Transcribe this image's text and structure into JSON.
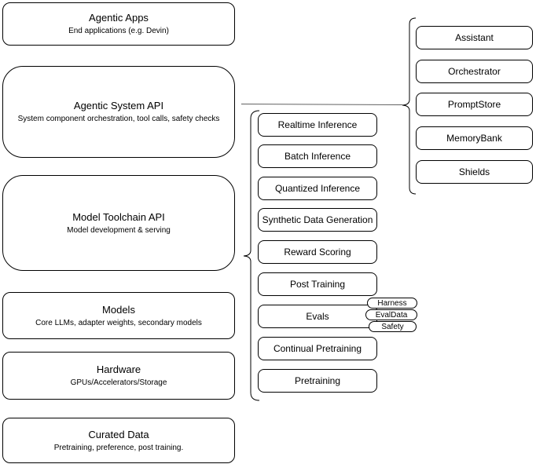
{
  "diagram": {
    "left_stack": [
      {
        "title": "Agentic Apps",
        "subtitle": "End applications (e.g. Devin)"
      },
      {
        "title": "Agentic System API",
        "subtitle": "System component orchestration, tool calls, safety checks"
      },
      {
        "title": "Model Toolchain API",
        "subtitle": "Model development & serving"
      },
      {
        "title": "Models",
        "subtitle": "Core LLMs, adapter weights, secondary models"
      },
      {
        "title": "Hardware",
        "subtitle": "GPUs/Accelerators/Storage"
      },
      {
        "title": "Curated Data",
        "subtitle": "Pretraining, preference, post training."
      }
    ],
    "toolchain_items": [
      "Realtime Inference",
      "Batch Inference",
      "Quantized Inference",
      "Synthetic Data Generation",
      "Reward Scoring",
      "Post Training",
      "Evals",
      "Continual Pretraining",
      "Pretraining"
    ],
    "eval_tags": [
      "Harness",
      "EvalData",
      "Safety"
    ],
    "system_components": [
      "Assistant",
      "Orchestrator",
      "PromptStore",
      "MemoryBank",
      "Shields"
    ],
    "colors": {
      "stroke": "#000000",
      "connector": "#616161",
      "fill": "#ffffff",
      "text": "#000000"
    }
  }
}
